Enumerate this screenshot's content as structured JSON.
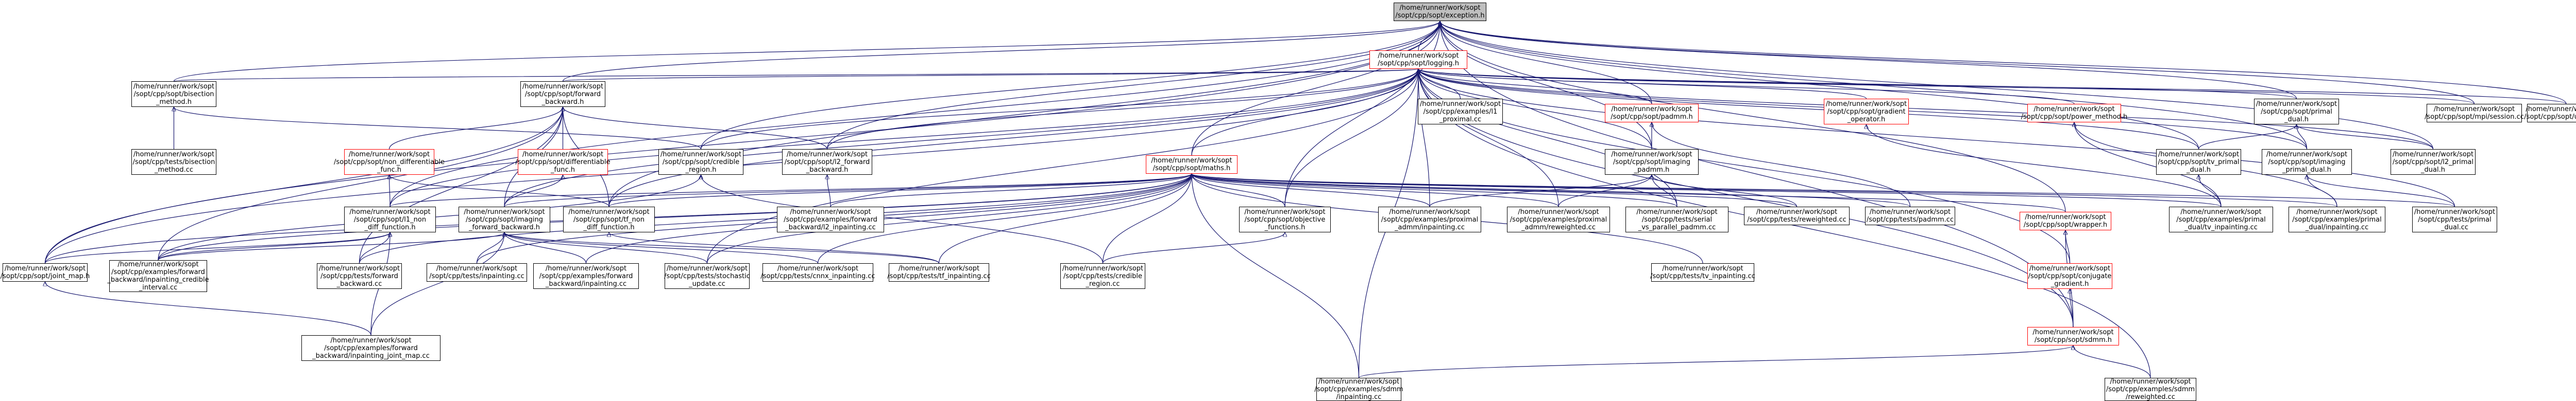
{
  "diagram": {
    "type": "include-dependency-graph",
    "colors": {
      "edge": "#191970",
      "node_border": "#000000",
      "node_border_linked": "#ff0000",
      "node_fill": "#ffffff",
      "root_fill": "#bfbfbf"
    },
    "nodes": [
      {
        "id": "exception",
        "label": "/home/runner/work/sopt\n/sopt/cpp/sopt/exception.h",
        "style": "root"
      },
      {
        "id": "logging",
        "label": "/home/runner/work/sopt\n/sopt/cpp/sopt/logging.h",
        "style": "red"
      },
      {
        "id": "bisection",
        "label": "/home/runner/work/sopt\n/sopt/cpp/sopt/bisection\n_method.h",
        "style": "plain"
      },
      {
        "id": "fwdbwd",
        "label": "/home/runner/work/sopt\n/sopt/cpp/sopt/forward\n_backward.h",
        "style": "plain"
      },
      {
        "id": "l1prox",
        "label": "/home/runner/work/sopt\n/sopt/cpp/examples/l1\n_proximal.cc",
        "style": "plain"
      },
      {
        "id": "padmm",
        "label": "/home/runner/work/sopt\n/sopt/cpp/sopt/padmm.h",
        "style": "red"
      },
      {
        "id": "gradop",
        "label": "/home/runner/work/sopt\n/sopt/cpp/sopt/gradient\n_operator.h",
        "style": "red"
      },
      {
        "id": "power",
        "label": "/home/runner/work/sopt\n/sopt/cpp/sopt/power_method.h",
        "style": "red"
      },
      {
        "id": "primaldual",
        "label": "/home/runner/work/sopt\n/sopt/cpp/sopt/primal\n_dual.h",
        "style": "plain"
      },
      {
        "id": "mpiconcon",
        "label": "/home/runner/work/sopt\n/sopt/cpp/sopt/mpi/session.cc",
        "style": "plain"
      },
      {
        "id": "utilities",
        "label": "/home/runner/work/sopt\n/sopt/cpp/sopt/utilities.cc",
        "style": "plain"
      },
      {
        "id": "bisectioncc",
        "label": "/home/runner/work/sopt\n/sopt/cpp/tests/bisection\n_method.cc",
        "style": "plain"
      },
      {
        "id": "nondiff",
        "label": "/home/runner/work/sopt\n/sopt/cpp/sopt/non_differentiable\n_func.h",
        "style": "red"
      },
      {
        "id": "differentiable",
        "label": "/home/runner/work/sopt\n/sopt/cpp/sopt/differentiable\n_func.h",
        "style": "red"
      },
      {
        "id": "credible",
        "label": "/home/runner/work/sopt\n/sopt/cpp/sopt/credible\n_region.h",
        "style": "plain"
      },
      {
        "id": "l2fwd",
        "label": "/home/runner/work/sopt\n/sopt/cpp/sopt/l2_forward\n_backward.h",
        "style": "plain"
      },
      {
        "id": "maths",
        "label": "/home/runner/work/sopt\n/sopt/cpp/sopt/maths.h",
        "style": "red"
      },
      {
        "id": "imgpadmm",
        "label": "/home/runner/work/sopt\n/sopt/cpp/sopt/imaging\n_padmm.h",
        "style": "plain"
      },
      {
        "id": "trprimal",
        "label": "/home/runner/work/sopt\n/sopt/cpp/sopt/tv_primal\n_dual.h",
        "style": "plain"
      },
      {
        "id": "imgprimal",
        "label": "/home/runner/work/sopt\n/sopt/cpp/sopt/imaging\n_primal_dual.h",
        "style": "plain"
      },
      {
        "id": "l2primal",
        "label": "/home/runner/work/sopt\n/sopt/cpp/sopt/l2_primal\n_dual.h",
        "style": "plain"
      },
      {
        "id": "l1nondiff",
        "label": "/home/runner/work/sopt\n/sopt/cpp/sopt/l1_non\n_diff_function.h",
        "style": "plain"
      },
      {
        "id": "imgfwd",
        "label": "/home/runner/work/sopt\n/sopt/cpp/sopt/imaging\n_forward_backward.h",
        "style": "plain"
      },
      {
        "id": "tfnon",
        "label": "/home/runner/work/sopt\n/sopt/cpp/sopt/tf_non\n_diff_function.h",
        "style": "plain"
      },
      {
        "id": "fbl2",
        "label": "/home/runner/work/sopt\n/sopt/cpp/examples/forward\n_backward/l2_inpainting.cc",
        "style": "plain"
      },
      {
        "id": "objfn",
        "label": "/home/runner/work/sopt\n/sopt/cpp/sopt/objective\n_functions.h",
        "style": "plain"
      },
      {
        "id": "proxadmm",
        "label": "/home/runner/work/sopt\n/sopt/cpp/examples/proximal\n_admm/inpainting.cc",
        "style": "plain"
      },
      {
        "id": "proxadmmrw",
        "label": "/home/runner/work/sopt\n/sopt/cpp/examples/proximal\n_admm/reweighted.cc",
        "style": "plain"
      },
      {
        "id": "serialpadmm",
        "label": "/home/runner/work/sopt\n/sopt/cpp/tests/serial\n_vs_parallel_padmm.cc",
        "style": "plain"
      },
      {
        "id": "testrw",
        "label": "/home/runner/work/sopt\n/sopt/cpp/tests/reweighted.cc",
        "style": "plain"
      },
      {
        "id": "testpadmm",
        "label": "/home/runner/work/sopt\n/sopt/cpp/tests/padmm.cc",
        "style": "plain"
      },
      {
        "id": "wrapper",
        "label": "/home/runner/work/sopt\n/sopt/cpp/sopt/wrapper.h",
        "style": "red"
      },
      {
        "id": "pdtv",
        "label": "/home/runner/work/sopt\n/sopt/cpp/examples/primal\n_dual/tv_inpainting.cc",
        "style": "plain"
      },
      {
        "id": "pdinp",
        "label": "/home/runner/work/sopt\n/sopt/cpp/examples/primal\n_dual/inpainting.cc",
        "style": "plain"
      },
      {
        "id": "testpd",
        "label": "/home/runner/work/sopt\n/sopt/cpp/tests/primal\n_dual.cc",
        "style": "plain"
      },
      {
        "id": "jointmap",
        "label": "/home/runner/work/sopt\n/sopt/cpp/sopt/joint_map.h",
        "style": "plain"
      },
      {
        "id": "fbcredible",
        "label": "/home/runner/work/sopt\n/sopt/cpp/examples/forward\n_backward/inpainting_credible\n_interval.cc",
        "style": "plain"
      },
      {
        "id": "testfb",
        "label": "/home/runner/work/sopt\n/sopt/cpp/tests/forward\n_backward.cc",
        "style": "plain"
      },
      {
        "id": "testinp",
        "label": "/home/runner/work/sopt\n/sopt/cpp/tests/inpainting.cc",
        "style": "plain"
      },
      {
        "id": "fbinp",
        "label": "/home/runner/work/sopt\n/sopt/cpp/examples/forward\n_backward/inpainting.cc",
        "style": "plain"
      },
      {
        "id": "stochastic",
        "label": "/home/runner/work/sopt\n/sopt/cpp/tests/stochastic\n_update.cc",
        "style": "plain"
      },
      {
        "id": "cnninp",
        "label": "/home/runner/work/sopt\n/sopt/cpp/tests/cnnx_inpainting.cc",
        "style": "plain"
      },
      {
        "id": "tfinp",
        "label": "/home/runner/work/sopt\n/sopt/cpp/tests/tf_inpainting.cc",
        "style": "plain"
      },
      {
        "id": "credcc",
        "label": "/home/runner/work/sopt\n/sopt/cpp/tests/credible\n_region.cc",
        "style": "plain"
      },
      {
        "id": "tvinp",
        "label": "/home/runner/work/sopt\n/sopt/cpp/tests/tv_inpainting.cc",
        "style": "plain"
      },
      {
        "id": "conjgrad",
        "label": "/home/runner/work/sopt\n/sopt/cpp/sopt/conjugate\n_gradient.h",
        "style": "red"
      },
      {
        "id": "sdmm",
        "label": "/home/runner/work/sopt\n/sopt/cpp/sopt/sdmm.h",
        "style": "red"
      },
      {
        "id": "fbjoint",
        "label": "/home/runner/work/sopt\n/sopt/cpp/examples/forward\n_backward/inpainting_joint_map.cc",
        "style": "plain"
      },
      {
        "id": "sdmminp",
        "label": "/home/runner/work/sopt\n/sopt/cpp/examples/sdmm\n/inpainting.cc",
        "style": "plain"
      },
      {
        "id": "sdmmrw",
        "label": "/home/runner/work/sopt\n/sopt/cpp/examples/sdmm\n/reweighted.cc",
        "style": "plain"
      }
    ],
    "edges": [
      [
        "exception",
        "logging"
      ],
      [
        "exception",
        "bisection"
      ],
      [
        "exception",
        "fwdbwd"
      ],
      [
        "exception",
        "padmm"
      ],
      [
        "exception",
        "primaldual"
      ],
      [
        "exception",
        "mpiconcon"
      ],
      [
        "exception",
        "utilities"
      ],
      [
        "exception",
        "credible"
      ],
      [
        "exception",
        "l2fwd"
      ],
      [
        "exception",
        "imgpadmm"
      ],
      [
        "exception",
        "trprimal"
      ],
      [
        "exception",
        "l2primal"
      ],
      [
        "exception",
        "jointmap"
      ],
      [
        "exception",
        "objfn"
      ],
      [
        "exception",
        "wrapper"
      ],
      [
        "exception",
        "sdmm"
      ],
      [
        "exception",
        "imgprimal"
      ],
      [
        "exception",
        "maths"
      ],
      [
        "exception",
        "tfnon"
      ],
      [
        "exception",
        "l1nondiff"
      ],
      [
        "logging",
        "bisection"
      ],
      [
        "logging",
        "fwdbwd"
      ],
      [
        "logging",
        "l1prox"
      ],
      [
        "logging",
        "padmm"
      ],
      [
        "logging",
        "gradop"
      ],
      [
        "logging",
        "power"
      ],
      [
        "logging",
        "primaldual"
      ],
      [
        "logging",
        "mpiconcon"
      ],
      [
        "logging",
        "utilities"
      ],
      [
        "logging",
        "maths"
      ],
      [
        "logging",
        "credible"
      ],
      [
        "logging",
        "l2fwd"
      ],
      [
        "logging",
        "imgpadmm"
      ],
      [
        "logging",
        "trprimal"
      ],
      [
        "logging",
        "imgprimal"
      ],
      [
        "logging",
        "l2primal"
      ],
      [
        "logging",
        "l1nondiff"
      ],
      [
        "logging",
        "imgfwd"
      ],
      [
        "logging",
        "tfnon"
      ],
      [
        "logging",
        "objfn"
      ],
      [
        "logging",
        "proxadmm"
      ],
      [
        "logging",
        "proxadmmrw"
      ],
      [
        "logging",
        "serialpadmm"
      ],
      [
        "logging",
        "conjgrad"
      ],
      [
        "logging",
        "sdmm"
      ],
      [
        "logging",
        "jointmap"
      ],
      [
        "logging",
        "sdmminp"
      ],
      [
        "logging",
        "sdmmrw"
      ],
      [
        "logging",
        "testpd"
      ],
      [
        "logging",
        "stochastic"
      ],
      [
        "bisection",
        "bisectioncc"
      ],
      [
        "bisection",
        "credible"
      ],
      [
        "fwdbwd",
        "nondiff"
      ],
      [
        "fwdbwd",
        "differentiable"
      ],
      [
        "fwdbwd",
        "l2fwd"
      ],
      [
        "fwdbwd",
        "imgfwd"
      ],
      [
        "fwdbwd",
        "tfnon"
      ],
      [
        "fwdbwd",
        "testfb"
      ],
      [
        "fwdbwd",
        "jointmap"
      ],
      [
        "fwdbwd",
        "fbcredible"
      ],
      [
        "nondiff",
        "l1nondiff"
      ],
      [
        "nondiff",
        "tfnon"
      ],
      [
        "differentiable",
        "imgfwd"
      ],
      [
        "credible",
        "fbcredible"
      ],
      [
        "credible",
        "credcc"
      ],
      [
        "l2fwd",
        "fbl2"
      ],
      [
        "padmm",
        "imgpadmm"
      ],
      [
        "padmm",
        "testpadmm"
      ],
      [
        "gradop",
        "pdtv"
      ],
      [
        "power",
        "pdtv"
      ],
      [
        "power",
        "pdinp"
      ],
      [
        "primaldual",
        "trprimal"
      ],
      [
        "primaldual",
        "imgprimal"
      ],
      [
        "primaldual",
        "l2primal"
      ],
      [
        "trprimal",
        "pdtv"
      ],
      [
        "imgprimal",
        "pdinp"
      ],
      [
        "imgprimal",
        "testpd"
      ],
      [
        "imgpadmm",
        "proxadmm"
      ],
      [
        "imgpadmm",
        "proxadmmrw"
      ],
      [
        "imgpadmm",
        "serialpadmm"
      ],
      [
        "imgpadmm",
        "testrw"
      ],
      [
        "maths",
        "l1nondiff"
      ],
      [
        "maths",
        "imgfwd"
      ],
      [
        "maths",
        "tfnon"
      ],
      [
        "maths",
        "fbl2"
      ],
      [
        "maths",
        "objfn"
      ],
      [
        "maths",
        "proxadmm"
      ],
      [
        "maths",
        "proxadmmrw"
      ],
      [
        "maths",
        "serialpadmm"
      ],
      [
        "maths",
        "testrw"
      ],
      [
        "maths",
        "testpadmm"
      ],
      [
        "maths",
        "wrapper"
      ],
      [
        "maths",
        "pdtv"
      ],
      [
        "maths",
        "pdinp"
      ],
      [
        "maths",
        "testpd"
      ],
      [
        "maths",
        "jointmap"
      ],
      [
        "maths",
        "fbcredible"
      ],
      [
        "maths",
        "testfb"
      ],
      [
        "maths",
        "testinp"
      ],
      [
        "maths",
        "fbinp"
      ],
      [
        "maths",
        "stochastic"
      ],
      [
        "maths",
        "cnninp"
      ],
      [
        "maths",
        "tfinp"
      ],
      [
        "maths",
        "credcc"
      ],
      [
        "maths",
        "tvinp"
      ],
      [
        "maths",
        "sdmminp"
      ],
      [
        "l1nondiff",
        "fbcredible"
      ],
      [
        "l1nondiff",
        "testfb"
      ],
      [
        "l1nondiff",
        "fbjoint"
      ],
      [
        "l1nondiff",
        "jointmap"
      ],
      [
        "imgfwd",
        "fbcredible"
      ],
      [
        "imgfwd",
        "testinp"
      ],
      [
        "imgfwd",
        "fbinp"
      ],
      [
        "imgfwd",
        "stochastic"
      ],
      [
        "imgfwd",
        "cnninp"
      ],
      [
        "imgfwd",
        "tfinp"
      ],
      [
        "imgfwd",
        "fbjoint"
      ],
      [
        "tfnon",
        "tfinp"
      ],
      [
        "objfn",
        "credcc"
      ],
      [
        "wrapper",
        "conjgrad"
      ],
      [
        "wrapper",
        "sdmm"
      ],
      [
        "conjgrad",
        "sdmm"
      ],
      [
        "sdmm",
        "sdmminp"
      ],
      [
        "sdmm",
        "sdmmrw"
      ],
      [
        "jointmap",
        "fbjoint"
      ]
    ]
  }
}
